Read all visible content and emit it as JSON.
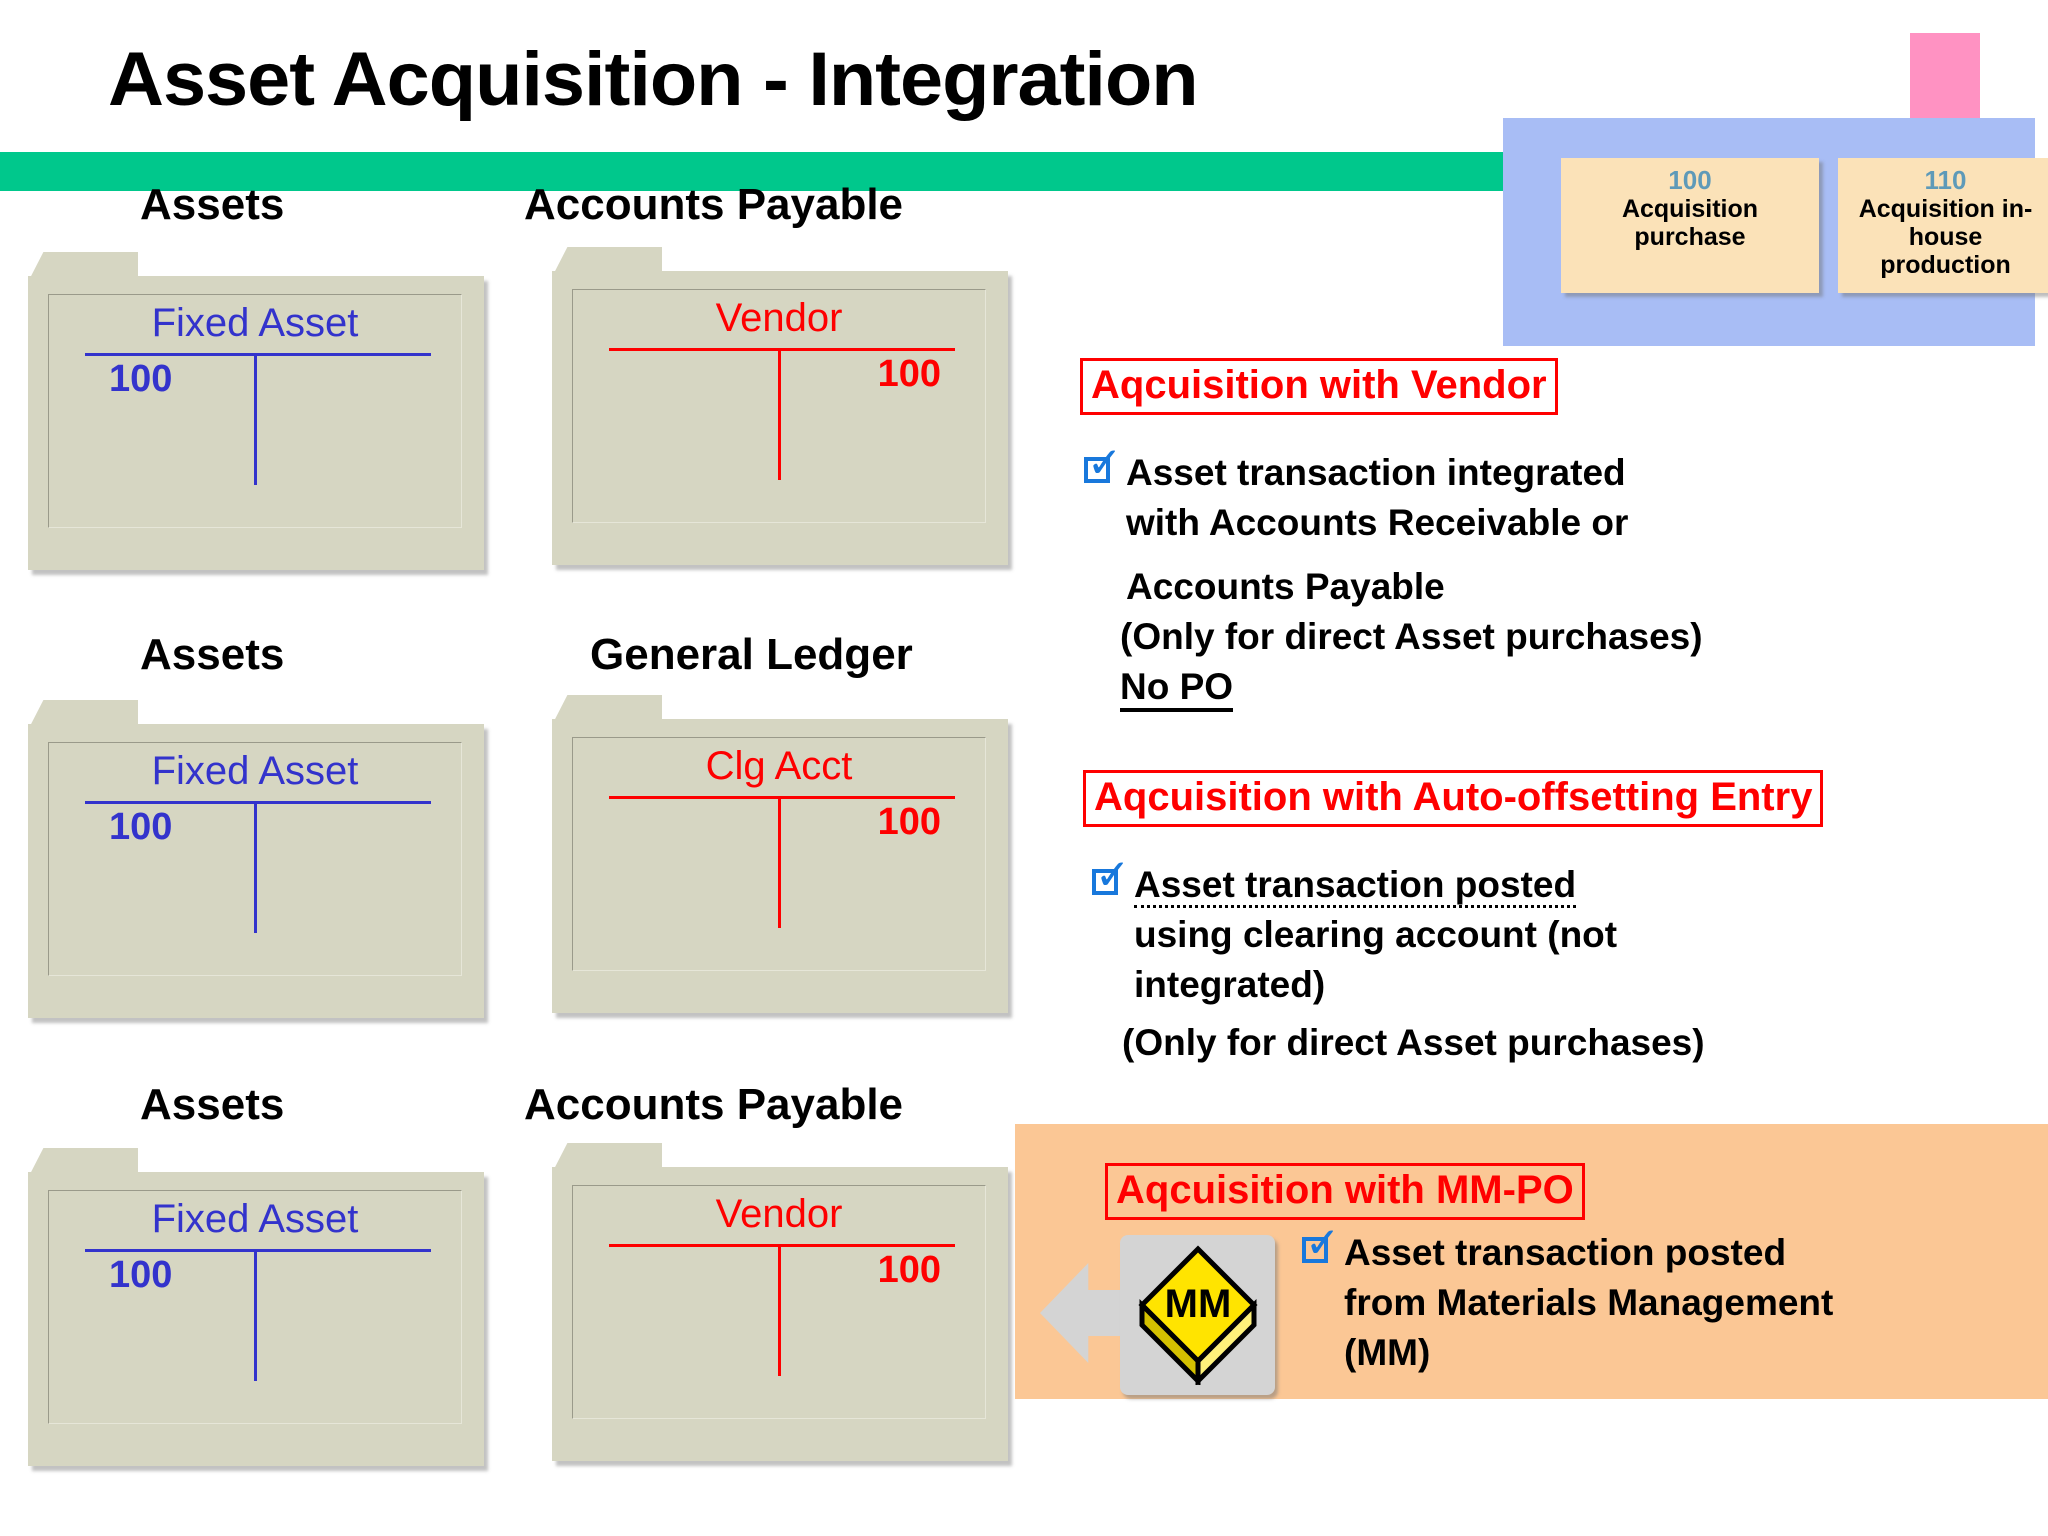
{
  "slide": {
    "title": "Asset Acquisition - Integration",
    "accent_green": "#00c88c",
    "accent_pink": "#ff92c2",
    "accent_blue_panel": "#a8bdf5",
    "accent_orange_panel": "#fbc795",
    "card_fill": "#fbe2b8",
    "folder_fill": "#d6d6c2"
  },
  "legend": {
    "cards": [
      {
        "number": "100",
        "label": "Acquisition purchase"
      },
      {
        "number": "110",
        "label": "Acquisition in-house production"
      }
    ]
  },
  "ledger_rows": [
    {
      "left": {
        "heading": "Assets",
        "account": "Fixed Asset",
        "debit": "100",
        "credit": "",
        "color": "#3333cc"
      },
      "right": {
        "heading": "Accounts Payable",
        "account": "Vendor",
        "debit": "",
        "credit": "100",
        "color": "#fe0000"
      }
    },
    {
      "left": {
        "heading": "Assets",
        "account": "Fixed Asset",
        "debit": "100",
        "credit": "",
        "color": "#3333cc"
      },
      "right": {
        "heading": "General Ledger",
        "account": "Clg Acct",
        "debit": "",
        "credit": "100",
        "color": "#fe0000"
      }
    },
    {
      "left": {
        "heading": "Assets",
        "account": "Fixed Asset",
        "debit": "100",
        "credit": "",
        "color": "#3333cc"
      },
      "right": {
        "heading": "Accounts Payable",
        "account": "Vendor",
        "debit": "",
        "credit": "100",
        "color": "#fe0000"
      }
    }
  ],
  "sections": [
    {
      "title": "Aqcuisition with Vendor",
      "lines": [
        "Asset transaction integrated",
        "with Accounts Receivable or",
        "Accounts Payable",
        "(Only for direct Asset purchases)",
        "No PO"
      ]
    },
    {
      "title": "Aqcuisition with Auto-offsetting Entry",
      "lines": [
        "Asset transaction posted",
        "using clearing account (not",
        "integrated)",
        "(Only for direct Asset purchases)"
      ]
    },
    {
      "title": "Aqcuisition with MM-PO",
      "lines": [
        "Asset transaction posted",
        "from Materials Management",
        "(MM)"
      ],
      "icon_label": "MM"
    }
  ]
}
